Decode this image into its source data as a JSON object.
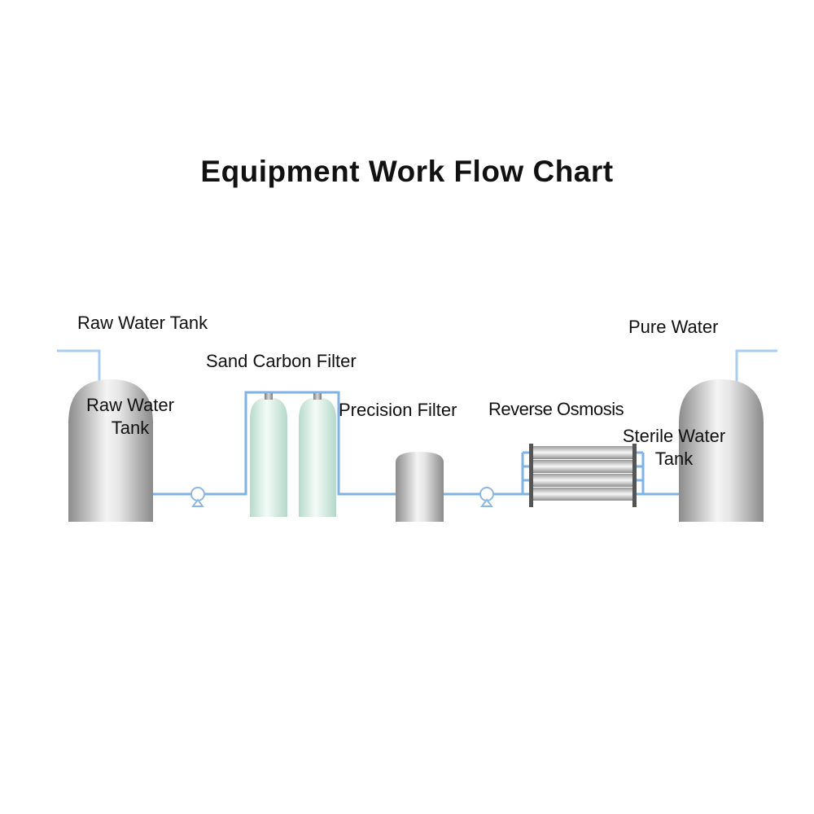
{
  "title": "Equipment Work Flow Chart",
  "labels": {
    "raw_water_tank_top": "Raw Water Tank",
    "raw_water_tank_body_1": "Raw Water",
    "raw_water_tank_body_2": "Tank",
    "sand_carbon_filter": "Sand Carbon Filter",
    "precision_filter": "Precision Filter",
    "reverse_osmosis": "Reverse Osmosis",
    "pure_water": "Pure Water",
    "sterile_water_tank_1": "Sterile Water",
    "sterile_water_tank_2": "Tank"
  },
  "colors": {
    "pipe": "#7fb2e5",
    "pipe_light": "#cfe2f5",
    "tank_steel_dark": "#8a8a8a",
    "tank_steel_light": "#f2f2f2",
    "filter_glass_dark": "#b9dccf",
    "filter_glass_light": "#f3faf7",
    "text": "#111111"
  },
  "icons": [
    "pump-icon",
    "pump-icon"
  ]
}
